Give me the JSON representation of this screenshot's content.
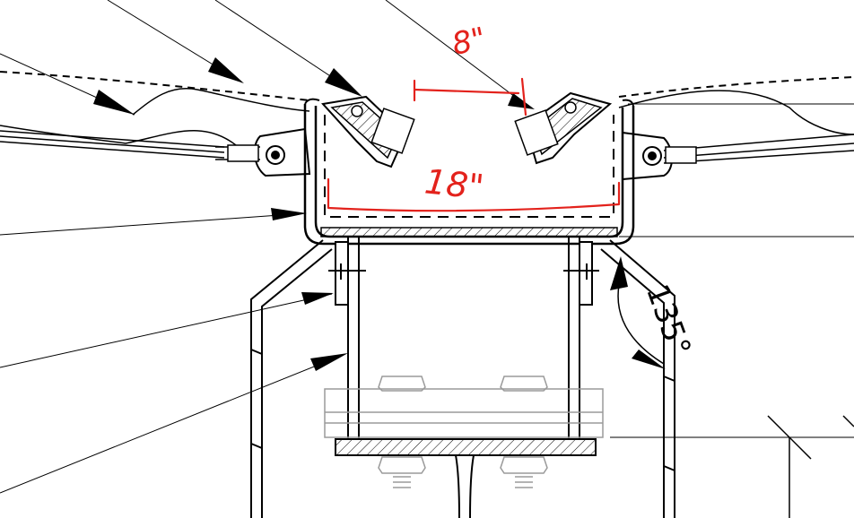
{
  "annotations": {
    "dim_top": "8\"",
    "dim_gutter_width": "18\"",
    "angle": "135°"
  },
  "colors": {
    "markup": "#e3221c",
    "linework": "#000000",
    "hidden": "#9a9a9a"
  }
}
